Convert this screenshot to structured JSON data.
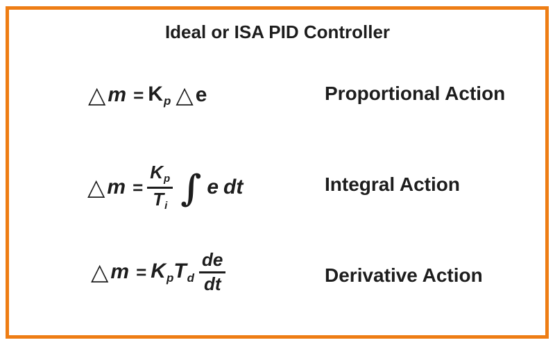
{
  "title": "Ideal or ISA PID Controller",
  "colors": {
    "border": "#ee7d14",
    "text": "#1d1d1d"
  },
  "rows": [
    {
      "id": "proportional",
      "label": "Proportional Action",
      "tokens": {
        "delta1": "△",
        "m": "m",
        "equals": "=",
        "K": "K",
        "p": "p",
        "delta2": "△",
        "e": "e"
      }
    },
    {
      "id": "integral",
      "label": "Integral Action",
      "tokens": {
        "delta": "△",
        "m": "m",
        "equals": "=",
        "K": "K",
        "p": "p",
        "T": "T",
        "i": "i",
        "integral": "∫",
        "e": "e",
        "dt": "dt"
      }
    },
    {
      "id": "derivative",
      "label": "Derivative Action",
      "tokens": {
        "delta": "△",
        "m": "m",
        "equals": "=",
        "K": "K",
        "p": "p",
        "T": "T",
        "d": "d",
        "de": "de",
        "dt": "dt"
      }
    }
  ]
}
